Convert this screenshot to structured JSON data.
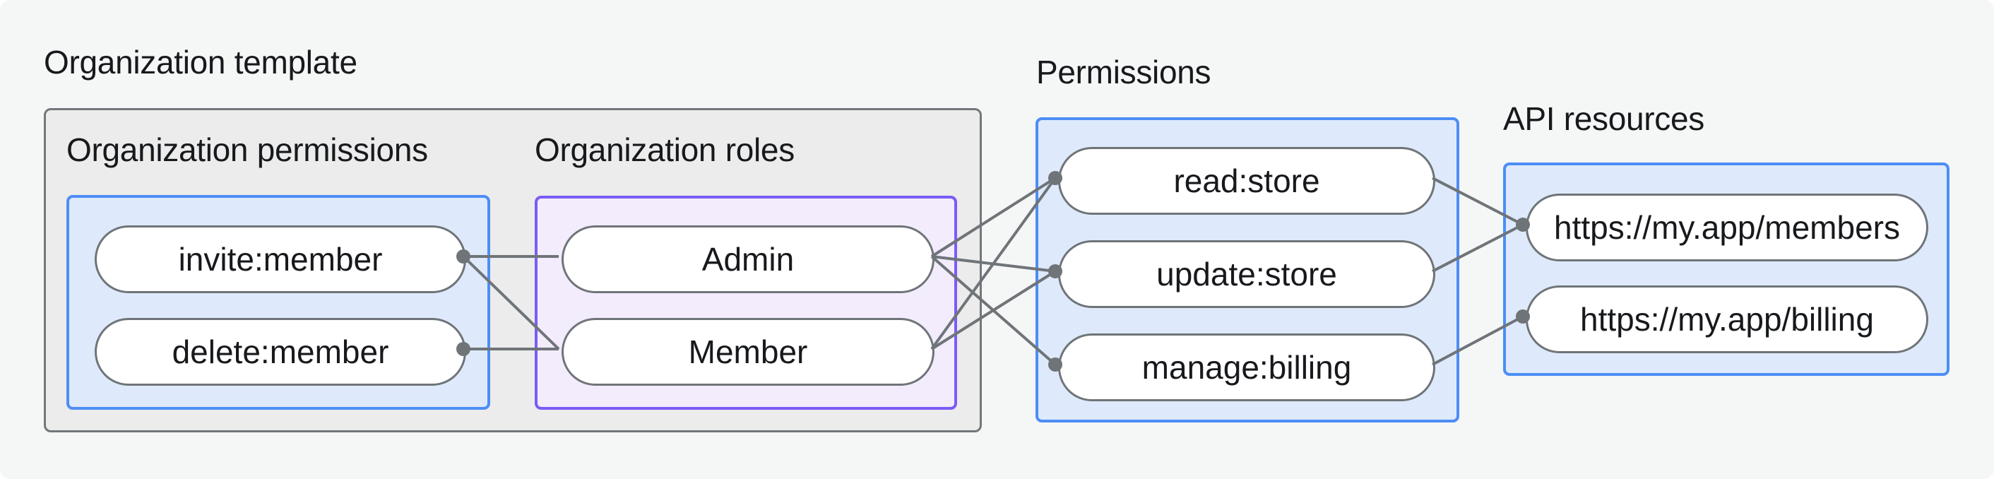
{
  "organization_template": {
    "title": "Organization template",
    "permissions_group": {
      "title": "Organization permissions",
      "items": [
        {
          "id": "invite",
          "label": "invite:member"
        },
        {
          "id": "delete",
          "label": "delete:member"
        }
      ]
    },
    "roles_group": {
      "title": "Organization roles",
      "items": [
        {
          "id": "admin",
          "label": "Admin"
        },
        {
          "id": "member",
          "label": "Member"
        }
      ]
    }
  },
  "permissions_group": {
    "title": "Permissions",
    "items": [
      {
        "id": "read",
        "label": "read:store"
      },
      {
        "id": "update",
        "label": "update:store"
      },
      {
        "id": "manage",
        "label": "manage:billing"
      }
    ]
  },
  "api_resources_group": {
    "title": "API resources",
    "items": [
      {
        "id": "members",
        "label": "https://my.app/members"
      },
      {
        "id": "billing",
        "label": "https://my.app/billing"
      }
    ]
  },
  "graph": {
    "edges": [
      [
        "invite",
        "admin"
      ],
      [
        "invite",
        "member"
      ],
      [
        "delete",
        "member"
      ],
      [
        "admin",
        "read"
      ],
      [
        "admin",
        "update"
      ],
      [
        "admin",
        "manage"
      ],
      [
        "member",
        "read"
      ],
      [
        "member",
        "update"
      ],
      [
        "read",
        "members"
      ],
      [
        "update",
        "members"
      ],
      [
        "manage",
        "billing"
      ]
    ],
    "dots": [
      {
        "node": "invite",
        "side": "right"
      },
      {
        "node": "delete",
        "side": "right"
      },
      {
        "node": "read",
        "side": "left"
      },
      {
        "node": "update",
        "side": "left"
      },
      {
        "node": "manage",
        "side": "left"
      },
      {
        "node": "members",
        "side": "left"
      },
      {
        "node": "billing",
        "side": "left"
      }
    ]
  },
  "colors": {
    "canvas_bg": "#f5f6f6",
    "container_bg": "#ebeceb",
    "container_border": "#72777b",
    "blue_bg": "#deeafb",
    "blue_border": "#4d8df6",
    "purple_bg": "#f2ecfd",
    "purple_border": "#7c5bf5",
    "node_bg": "#ffffff",
    "node_border": "#6f7478",
    "line": "#6f7478",
    "text": "#17191c"
  }
}
